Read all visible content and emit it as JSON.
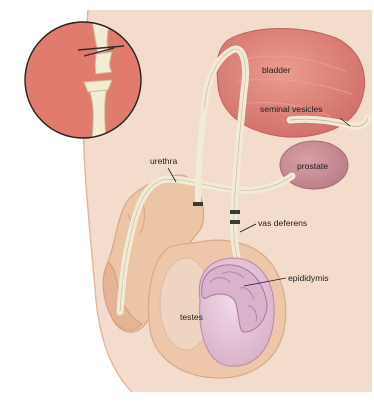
{
  "labels": {
    "bladder": "bladder",
    "seminal_vesicles": "seminal vesicles",
    "prostate": "prostate",
    "urethra": "urethra",
    "vas_deferens": "vas deferens",
    "epididymis": "epididymis",
    "testes": "testes"
  },
  "colors": {
    "background": "#ffffff",
    "body_panel": "#f3ddcb",
    "skin": "#ecc4a8",
    "skin_outline": "#d9a98a",
    "bladder": "#dd8178",
    "prostate": "#c98a92",
    "testes": "#e5c7d8",
    "epididymis": "#d8b0cc",
    "duct": "#f1ead7",
    "inset_bg": "#e07a6c"
  },
  "icons": {
    "inset": "vasectomy-cut-duct-inset",
    "cut": "cut-mark-icon"
  }
}
